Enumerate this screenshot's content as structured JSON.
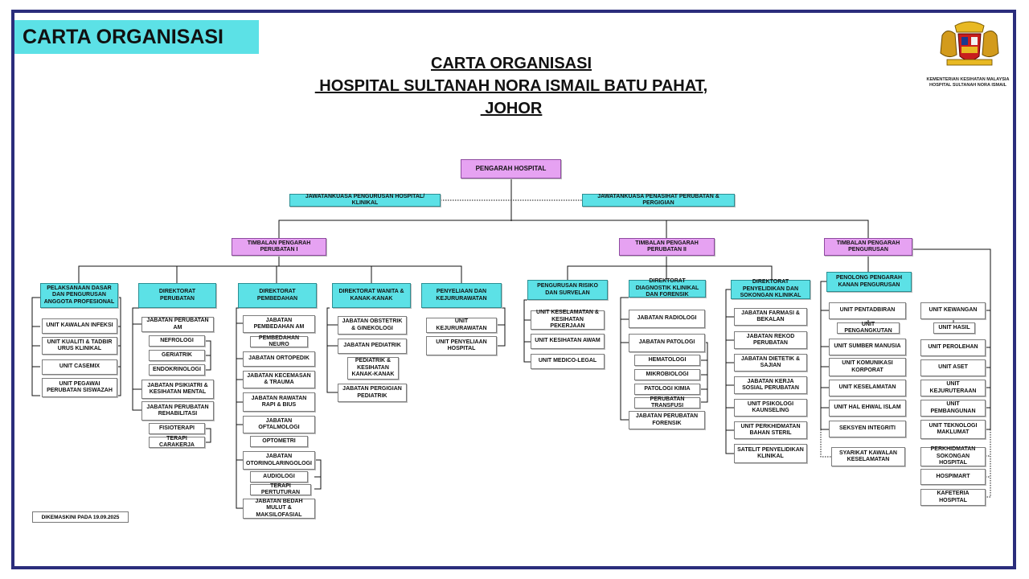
{
  "banner": "CARTA ORGANISASI",
  "title": {
    "line1": "CARTA ORGANISASI",
    "line2": " HOSPITAL SULTANAH NORA ISMAIL BATU PAHAT,",
    "line3": " JOHOR"
  },
  "ministry": {
    "line1": "KEMENTERIAN KESIHATAN MALAYSIA",
    "line2": "HOSPITAL SULTANAH NORA ISMAIL"
  },
  "updated": "DIKEMASKINI PADA 19.09.2025",
  "colors": {
    "frame": "#2b2d7c",
    "cyan": "#5ce1e6",
    "pink": "#e6a2f2"
  },
  "boxes": {
    "pengarah": "PENGARAH HOSPITAL",
    "jk_pengurusan": "JAWATANKUASA PENGURUSAN HOSPITAL/ KLINIKAL",
    "jk_penasihat": "JAWATANKUASA PENASIHAT PERUBATAN & PERGIGIAN",
    "tp_perubatan_1": "TIMBALAN PENGARAH PERUBATAN I",
    "tp_perubatan_2": "TIMBALAN PENGARAH PERUBATAN II",
    "tp_pengurusan": "TIMBALAN PENGARAH PENGURUSAN",
    "pelaksanaan": "PELAKSANAAN DASAR DAN PENGURUSAN ANGGOTA PROFESIONAL",
    "u_kawalan_infeksi": "UNIT KAWALAN INFEKSI",
    "u_kualiti": "UNIT KUALITI & TADBIR URUS KLINIKAL",
    "u_casemix": "UNIT CASEMIX",
    "u_pegawai_siswazah": "UNIT PEGAWAI PERUBATAN SISWAZAH",
    "dir_perubatan": "DIREKTORAT PERUBATAN",
    "j_perubatan_am": "JABATAN PERUBATAN AM",
    "nefrologi": "NEFROLOGI",
    "geriatrik": "GERIATRIK",
    "endokrinologi": "ENDOKRINOLOGI",
    "j_psikiatri": "JABATAN PSIKIATRI & KESIHATAN MENTAL",
    "j_rehabilitasi": "JABATAN PERUBATAN REHABILITASI",
    "fisioterapi": "FISIOTERAPI",
    "terapi_carakerja": "TERAPI CARAKERJA",
    "dir_pembedahan": "DIREKTORAT PEMBEDAHAN",
    "j_pembedahan_am": "JABATAN PEMBEDAHAN AM",
    "pembedahan_neuro": "PEMBEDAHAN NEURO",
    "j_ortopedik": "JABATAN ORTOPEDIK",
    "j_kecemasan": "JABATAN KECEMASAN & TRAUMA",
    "j_rawatan_rapi": "JABATAN RAWATAN RAPI & BIUS",
    "j_oftalmologi": "JABATAN OFTALMOLOGI",
    "optometri": "OPTOMETRI",
    "j_orl": "JABATAN OTORINOLARINGOLOGI",
    "audiologi": "AUDIOLOGI",
    "terapi_pertuturan": "TERAPI PERTUTURAN",
    "j_bedah_mulut": "JABATAN BEDAH MULUT & MAKSILOFASIAL",
    "dir_wanita": "DIREKTORAT WANITA & KANAK-KANAK",
    "j_obstetrik": "JABATAN OBSTETRIK & GINEKOLOGI",
    "j_pediatrik": "JABATAN PEDIATRIK",
    "pediatrik_kesihatan": "PEDIATRIK & KESIHATAN KANAK-KANAK",
    "j_pergigian_pediatrik": "JABATAN PERGIGIAN PEDIATRIK",
    "penyeliaan_kejururawatan": "PENYELIAAN DAN KEJURURAWATAN",
    "u_kejururawatan": "UNIT KEJURURAWATAN",
    "u_penyeliaan_hospital": "UNIT PENYELIAAN HOSPITAL",
    "risiko_surveilan": "PENGURUSAN RISIKO DAN SURVELAN",
    "u_keselamatan_pekerjaan": "UNIT KESELAMATAN & KESIHATAN PEKERJAAN",
    "u_kesihatan_awam": "UNIT KESIHATAN AWAM",
    "u_medico_legal": "UNIT MEDICO-LEGAL",
    "dir_diagnostik": "DIREKTORAT DIAGNOSTIK KLINIKAL DAN FORENSIK",
    "j_radiologi": "JABATAN RADIOLOGI",
    "j_patologi": "JABATAN PATOLOGI",
    "hematologi": "HEMATOLOGI",
    "mikrobiologi": "MIKROBIOLOGI",
    "patologi_kimia": "PATOLOGI KIMIA",
    "perubatan_transfusi": "PERUBATAN TRANSFUSI",
    "j_forensik": "JABATAN PERUBATAN FORENSIK",
    "dir_penyelidikan": "DIREKTORAT PENYELIDIKAN DAN SOKONGAN KLINIKAL",
    "j_farmasi": "JABATAN FARMASI & BEKALAN",
    "j_rekod": "JABATAN REKOD PERUBATAN",
    "j_dietetik": "JABATAN DIETETIK & SAJIAN",
    "j_kerja_sosial": "JABATAN KERJA SOSIAL PERUBATAN",
    "u_psikologi": "UNIT PSIKOLOGI KAUNSELING",
    "u_bahan_steril": "UNIT PERKHIDMATAN BAHAN STERIL",
    "satelit_penyelidikan": "SATELIT PENYELIDIKAN KLINIKAL",
    "penolong_pengarah": "PENOLONG PENGARAH KANAN PENGURUSAN",
    "u_pentadbiran": "UNIT PENTADBIRAN",
    "u_pengangkutan": "UNIT PENGANGKUTAN",
    "u_sumber_manusia": "UNIT SUMBER MANUSIA",
    "u_komunikasi": "UNIT KOMUNIKASI KORPORAT",
    "u_keselamatan": "UNIT KESELAMATAN",
    "u_hal_ehwal": "UNIT HAL EHWAL ISLAM",
    "seksyen_integriti": "SEKSYEN INTEGRITI",
    "syarikat_kawalan": "SYARIKAT KAWALAN KESELAMATAN",
    "u_kewangan": "UNIT KEWANGAN",
    "u_hasil": "UNIT HASIL",
    "u_perolehan": "UNIT PEROLEHAN",
    "u_aset": "UNIT ASET",
    "u_kejuruteraan": "UNIT KEJURUTERAAN",
    "u_pembangunan": "UNIT PEMBANGUNAN",
    "u_teknologi": "UNIT TEKNOLOGI MAKLUMAT",
    "sokongan_hospital": "PERKHIDMATAN SOKONGAN HOSPITAL",
    "hospimart": "HOSPIMART",
    "kafeteria": "KAFETERIA HOSPITAL"
  }
}
